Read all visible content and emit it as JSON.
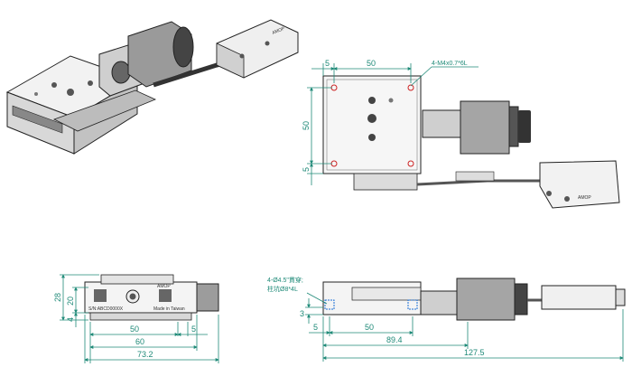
{
  "top_view": {
    "dims": {
      "left_offset": "5",
      "width": "50",
      "height": "50",
      "bottom_offset": "5"
    },
    "hole_note": "4-M4x0.7*6L"
  },
  "front_view": {
    "dims": {
      "height_total": "28",
      "height_mid": "20",
      "height_base": "4",
      "width_inner": "50",
      "width_right": "5",
      "width_body": "60",
      "width_total": "73.2"
    },
    "labels": {
      "brand": "AMOP",
      "serial": "S/N:ABCD0000X",
      "origin": "Made in Taiwan"
    }
  },
  "side_view": {
    "hole_note_line1": "4-Ø4.5\"貫穿;",
    "hole_note_line2": "柱坑Ø8*4L",
    "dims": {
      "height_small": "3",
      "left_offset": "5",
      "width": "50",
      "length_body": "89.4",
      "length_total": "127.5"
    }
  },
  "iso_labels": {
    "connector_brand": "AMOP"
  }
}
